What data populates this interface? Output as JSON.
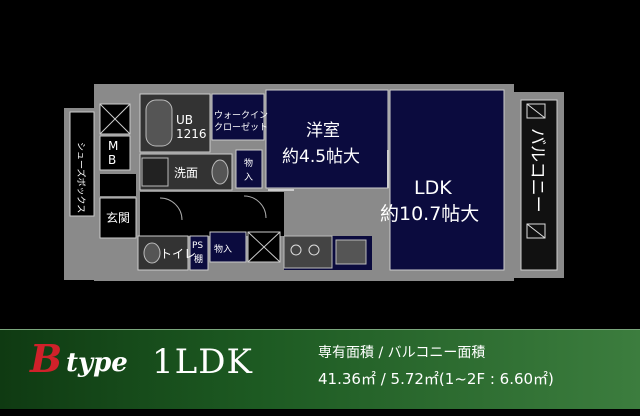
{
  "rooms": {
    "mb_top": "M",
    "mb_bottom": "B",
    "shoes_box": "シューズボックス",
    "genkan": "玄関",
    "ub": "UB",
    "ub_size": "1216",
    "wic_line1": "ウォークイン",
    "wic_line2": "クローゼット",
    "yoshitsu": "洋室",
    "yoshitsu_size": "約4.5帖大",
    "ldk": "LDK",
    "ldk_size": "約10.7帖大",
    "senmen": "洗面",
    "monoire_1_top": "物",
    "monoire_1_bottom": "入",
    "toilet": "トイレ",
    "ps_top": "PS",
    "ps_bottom": "棚",
    "monoire_2": "物入",
    "balcony": "バルコニー"
  },
  "info": {
    "type_letter": "B",
    "type_word": "type",
    "layout": "1LDK",
    "area_title": "専有面積 / バルコニー面積",
    "area_values": "41.36㎡ / 5.72㎡(1~2F : 6.60㎡)"
  },
  "colors": {
    "frame": "#8a8a8a",
    "room_fill": "#0b0b3e",
    "wet_fill": "#333333",
    "info_bar": "#1d5a22",
    "type_letter": "#d0212a"
  }
}
